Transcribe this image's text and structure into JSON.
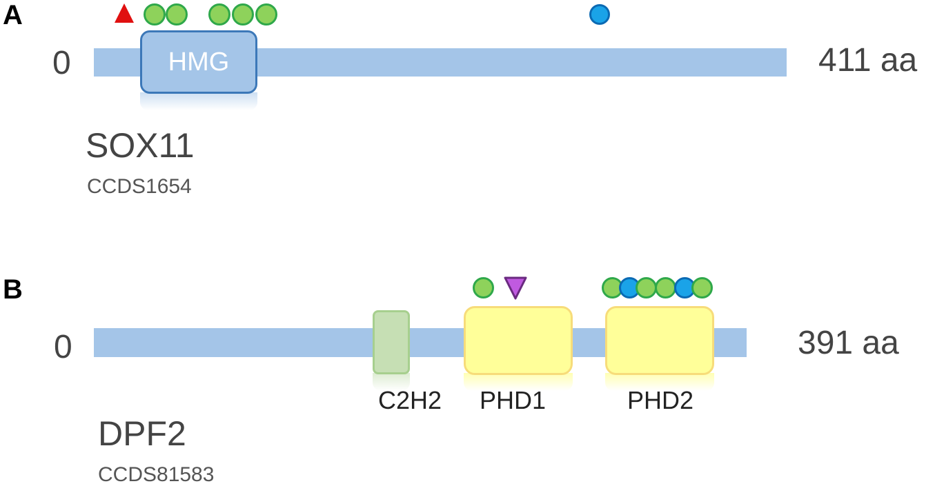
{
  "panels": [
    {
      "letter": "A",
      "start_label": "0",
      "length_label": "411 aa",
      "gene": "SOX11",
      "ccds": "CCDS1654",
      "domains": [
        {
          "label": "HMG"
        }
      ],
      "markers": {
        "red_triangle": {
          "shape": "triangle-up",
          "color": "#e01010"
        },
        "green_circles": 5,
        "blue_circles": 1,
        "colors": {
          "green": "#8ed25b",
          "blue": "#1aa3e8"
        }
      }
    },
    {
      "letter": "B",
      "start_label": "0",
      "length_label": "391 aa",
      "gene": "DPF2",
      "ccds": "CCDS81583",
      "domains": [
        {
          "label": "C2H2"
        },
        {
          "label": "PHD1"
        },
        {
          "label": "PHD2"
        }
      ],
      "markers": {
        "purple_triangle": {
          "shape": "triangle-down",
          "color": "#c05ae0"
        },
        "green_circles": 5,
        "blue_circles": 2,
        "colors": {
          "green": "#8ed25b",
          "blue": "#1aa3e8"
        }
      }
    }
  ]
}
